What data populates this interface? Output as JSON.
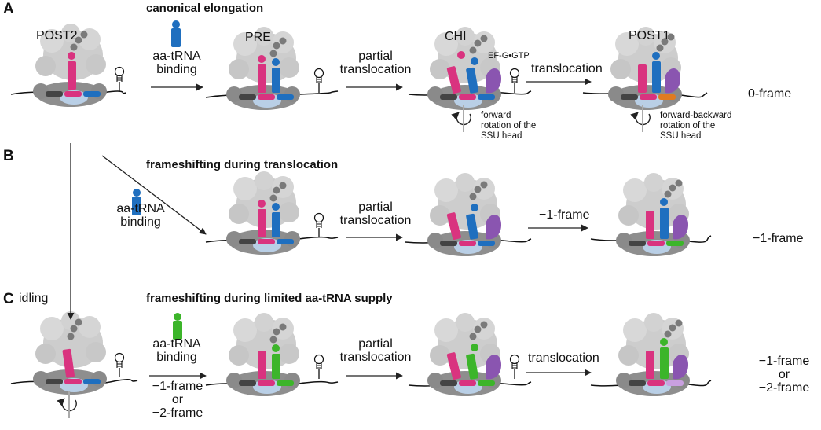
{
  "panels": {
    "a": "A",
    "b": "B",
    "c": "C"
  },
  "titles": {
    "a": "canonical elongation",
    "b": "frameshifting during translocation",
    "c": "frameshifting during limited aa-tRNA supply"
  },
  "states": {
    "post2": "POST2",
    "pre": "PRE",
    "chi": "CHI",
    "post1": "POST1"
  },
  "labels": {
    "aa_trna_binding_1": "aa-tRNA",
    "aa_trna_binding_2": "binding",
    "partial_1": "partial",
    "partial_2": "translocation",
    "translocation": "translocation",
    "efg": "EF-G•GTP",
    "forward_rot": [
      "forward",
      "rotation of the",
      "SSU head"
    ],
    "fb_rot": [
      "forward-backward",
      "rotation of the",
      "SSU head"
    ],
    "minus1_frame": "−1-frame",
    "or": "or",
    "minus2_frame": "−2-frame",
    "idling": "idling"
  },
  "outcomes": {
    "a": "0-frame",
    "b": "−1-frame",
    "c_1": "−1-frame",
    "c_or": "or",
    "c_2": "−2-frame"
  },
  "colors": {
    "ribosome_large": "#cdcdcd",
    "ribosome_small": "#8e8e8e",
    "decoding": "#b9cfe6",
    "p_site_trna": "#d9337f",
    "a_site_trna": "#1f6fbf",
    "near_cognate_trna": "#3cb52a",
    "efg": "#8a55b0",
    "peptide": "#7a7a7a",
    "codon_orange": "#e07b20",
    "mrna": "#111111"
  }
}
